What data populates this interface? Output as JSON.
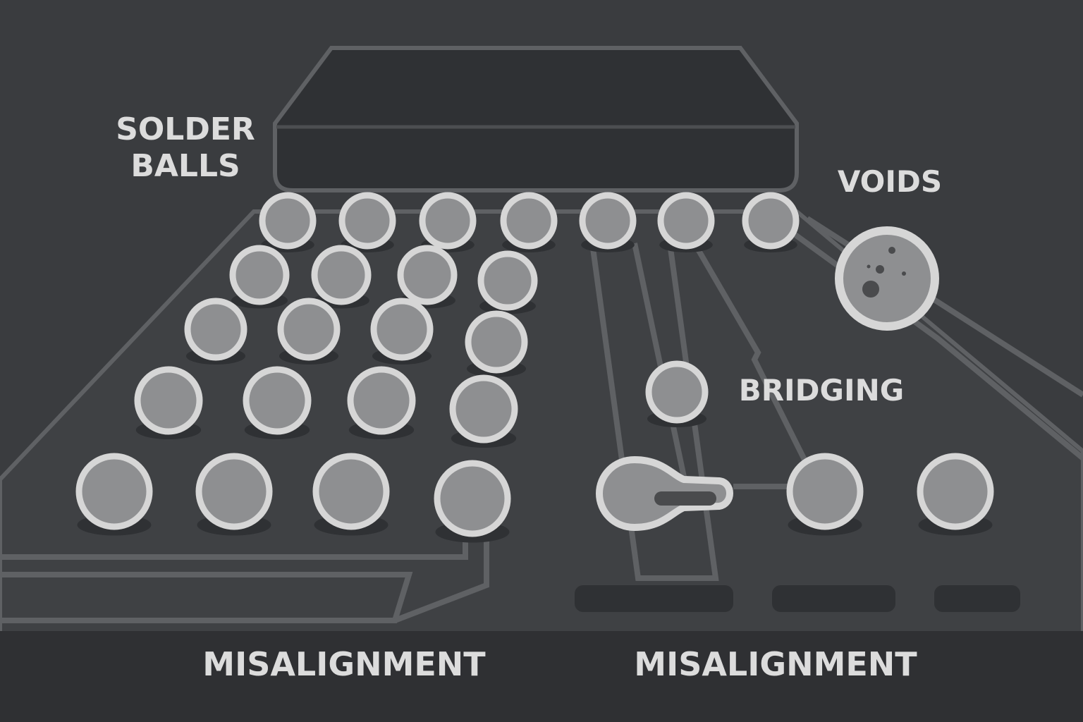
{
  "labels": {
    "solder_balls_line1": "SOLDER",
    "solder_balls_line2": "BALLS",
    "voids": "VOIDS",
    "bridging": "BRIDGING",
    "misalignment_left": "MISALIGNMENT",
    "misalignment_right": "MISALIGNMENT"
  },
  "colors": {
    "background": "#3a3c3f",
    "board": "#3f4144",
    "chip": "#2f3134",
    "trace": "#5f6164",
    "ball_fill": "#8e8f91",
    "ball_rim": "#d6d6d6",
    "void": "#4a4b4d",
    "label": "#dcdcdc",
    "footer": "#2f3033"
  }
}
